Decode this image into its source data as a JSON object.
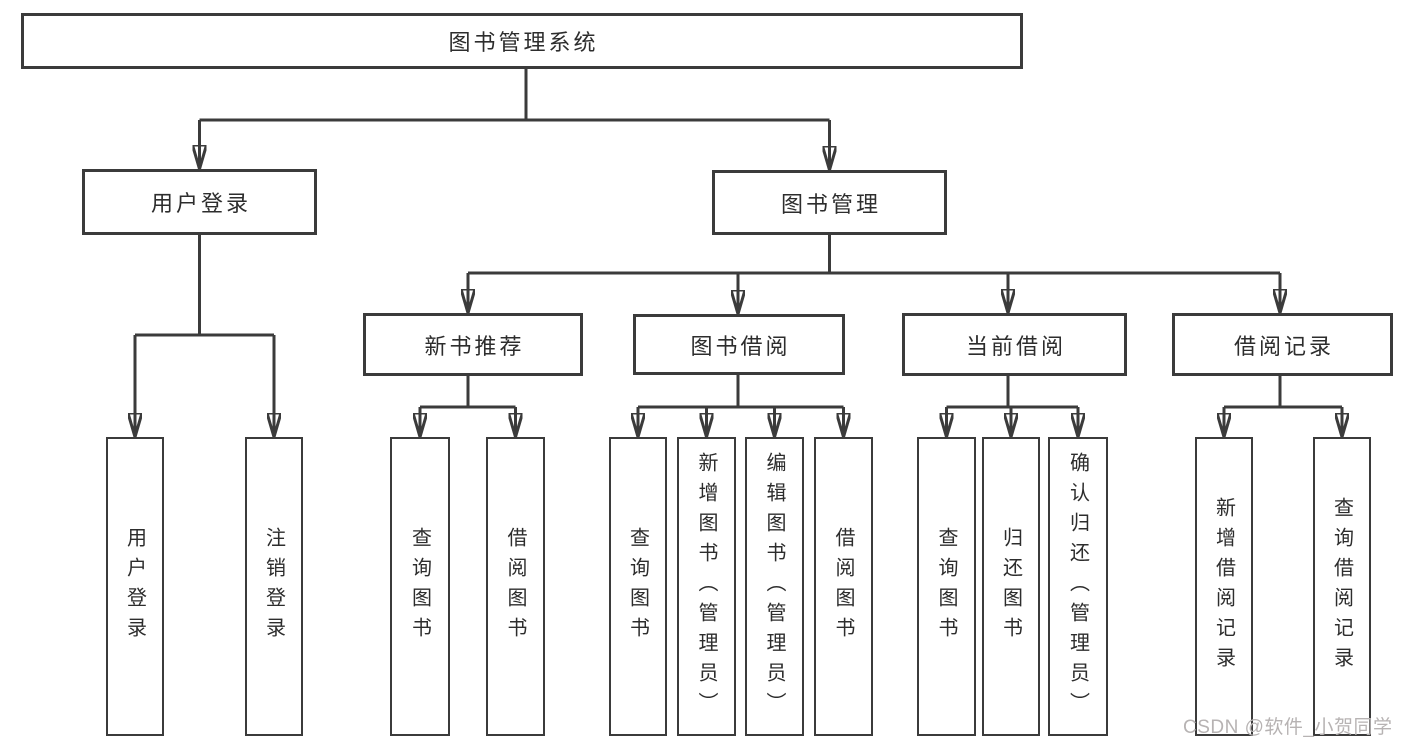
{
  "diagram": {
    "title": "图书管理系统",
    "children": [
      {
        "label": "用户登录",
        "children": [
          {
            "label": "用户登录"
          },
          {
            "label": "注销登录"
          }
        ]
      },
      {
        "label": "图书管理",
        "children": [
          {
            "label": "新书推荐",
            "children": [
              {
                "label": "查询图书"
              },
              {
                "label": "借阅图书"
              }
            ]
          },
          {
            "label": "图书借阅",
            "children": [
              {
                "label": "查询图书"
              },
              {
                "label": "新增图书（管理员）"
              },
              {
                "label": "编辑图书（管理员）"
              },
              {
                "label": "借阅图书"
              }
            ]
          },
          {
            "label": "当前借阅",
            "children": [
              {
                "label": "查询图书"
              },
              {
                "label": "归还图书"
              },
              {
                "label": "确认归还（管理员）"
              }
            ]
          },
          {
            "label": "借阅记录",
            "children": [
              {
                "label": "新增借阅记录"
              },
              {
                "label": "查询借阅记录"
              }
            ]
          }
        ]
      }
    ]
  },
  "watermark": {
    "text": "CSDN @软件_小贺同学"
  },
  "colors": {
    "line": "#3b3b3b",
    "box_border": "#3b3b3b",
    "text": "#2d2d2d",
    "watermark_text": "#b7b3b3",
    "background": "#ffffff"
  }
}
